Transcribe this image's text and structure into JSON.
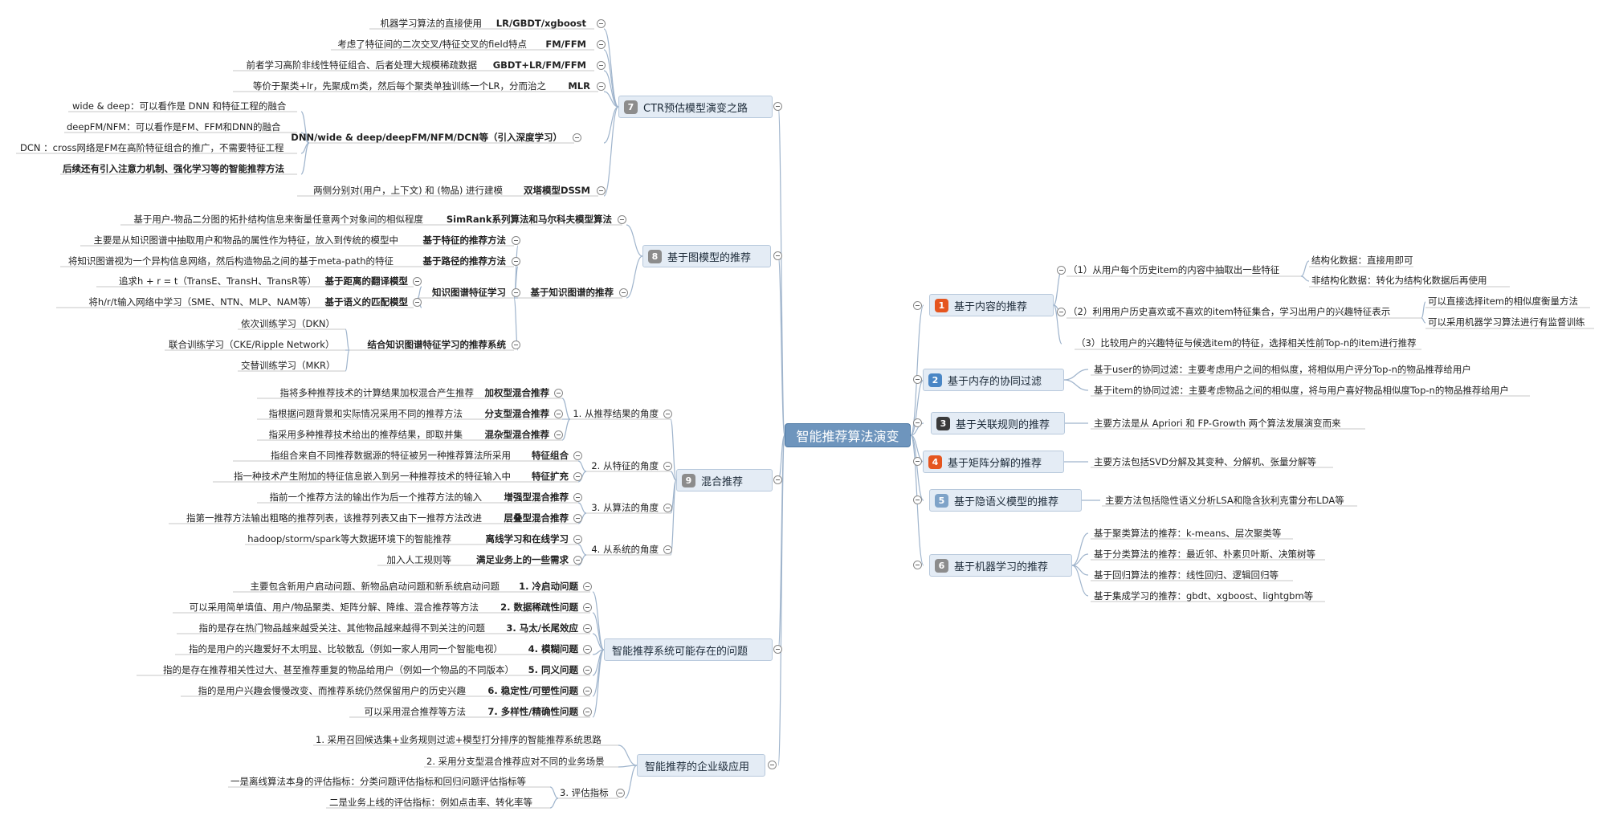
{
  "root": {
    "label": "智能推荐算法演变"
  },
  "right": [
    {
      "num": "1",
      "label": "基于内容的推荐",
      "color": "#e5551f",
      "children": [
        {
          "label": "（1）从用户每个历史item的内容中抽取出一些特征",
          "children": [
            {
              "label": "结构化数据：直接用即可"
            },
            {
              "label": "非结构化数据：转化为结构化数据后再使用"
            }
          ]
        },
        {
          "label": "（2）利用用户历史喜欢或不喜欢的item特征集合，学习出用户的兴趣特征表示",
          "children": [
            {
              "label": "可以直接选择item的相似度衡量方法"
            },
            {
              "label": "可以采用机器学习算法进行有监督训练"
            }
          ]
        },
        {
          "label": "（3）比较用户的兴趣特征与候选item的特征，选择相关性前Top-n的item进行推荐"
        }
      ]
    },
    {
      "num": "2",
      "label": "基于内存的协同过滤",
      "color": "#4a86c5",
      "children": [
        {
          "label": "基于user的协同过滤：主要考虑用户之间的相似度，将相似用户评分Top-n的物品推荐给用户"
        },
        {
          "label": "基于item的协同过滤：主要考虑物品之间的相似度，将与用户喜好物品相似度Top-n的物品推荐给用户"
        }
      ]
    },
    {
      "num": "3",
      "label": "基于关联规则的推荐",
      "color": "#3a3a3a",
      "children": [
        {
          "label": "主要方法是从 Apriori 和 FP-Growth 两个算法发展演变而来"
        }
      ]
    },
    {
      "num": "4",
      "label": "基于矩阵分解的推荐",
      "color": "#e5551f",
      "children": [
        {
          "label": "主要方法包括SVD分解及其变种、分解机、张量分解等"
        }
      ]
    },
    {
      "num": "5",
      "label": "基于隐语义模型的推荐",
      "color": "#7fa3c8",
      "children": [
        {
          "label": "主要方法包括隐性语义分析LSA和隐含狄利克雷分布LDA等"
        }
      ]
    },
    {
      "num": "6",
      "label": "基于机器学习的推荐",
      "color": "#8c8c8c",
      "children": [
        {
          "label": "基于聚类算法的推荐：k-means、层次聚类等"
        },
        {
          "label": "基于分类算法的推荐：最近邻、朴素贝叶斯、决策树等"
        },
        {
          "label": "基于回归算法的推荐：线性回归、逻辑回归等"
        },
        {
          "label": "基于集成学习的推荐：gbdt、xgboost、lightgbm等"
        }
      ]
    }
  ],
  "left": [
    {
      "num": "7",
      "label": "CTR预估模型演变之路",
      "color": "#8c8c8c",
      "children": [
        {
          "label": "LR/GBDT/xgboost",
          "desc": "机器学习算法的直接使用"
        },
        {
          "label": "FM/FFM",
          "desc": "考虑了特征间的二次交叉/特征交叉的field特点"
        },
        {
          "label": "GBDT+LR/FM/FFM",
          "desc": "前者学习高阶非线性特征组合、后者处理大规模稀疏数据"
        },
        {
          "label": "MLR",
          "desc": "等价于聚类+lr，先聚成m类，然后每个聚类单独训练一个LR，分而治之"
        },
        {
          "label": "DNN/wide & deep/deepFM/NFM/DCN等（引入深度学习）",
          "notes": [
            "wide & deep：可以看作是 DNN 和特征工程的融合",
            "deepFM/NFM：可以看作是FM、FFM和DNN的融合",
            "DCN ：cross网络是FM在高阶特征组合的推广，不需要特征工程",
            "后续还有引入注意力机制、强化学习等的智能推荐方法"
          ]
        },
        {
          "label": "双塔模型DSSM",
          "desc": "两侧分别对(用户，上下文) 和 (物品) 进行建模"
        }
      ]
    },
    {
      "num": "8",
      "label": "基于图模型的推荐",
      "color": "#8c8c8c",
      "children": [
        {
          "label": "SimRank系列算法和马尔科夫模型算法",
          "desc": "基于用户-物品二分图的拓扑结构信息来衡量任意两个对象间的相似程度"
        },
        {
          "label": "基于知识图谱的推荐",
          "children": [
            {
              "label": "基于特征的推荐方法",
              "desc": "主要是从知识图谱中抽取用户和物品的属性作为特征，放入到传统的模型中"
            },
            {
              "label": "基于路径的推荐方法",
              "desc": "将知识图谱视为一个异构信息网络，然后构造物品之间的基于meta-path的特征"
            },
            {
              "label": "知识图谱特征学习",
              "children": [
                {
                  "label": "基于距离的翻译模型",
                  "desc": "追求h + r = t（TransE、TransH、TransR等）"
                },
                {
                  "label": "基于语义的匹配模型",
                  "desc": "将h/r/t输入网络中学习（SME、NTN、MLP、NAM等）"
                }
              ]
            },
            {
              "label": "结合知识图谱特征学习的推荐系统",
              "notes": [
                "依次训练学习（DKN）",
                "联合训练学习（CKE/Ripple Network）",
                "交替训练学习（MKR）"
              ]
            }
          ]
        }
      ]
    },
    {
      "num": "9",
      "label": "混合推荐",
      "color": "#8c8c8c",
      "children": [
        {
          "label": "1. 从推荐结果的角度",
          "children": [
            {
              "label": "加权型混合推荐",
              "desc": "指将多种推荐技术的计算结果加权混合产生推荐"
            },
            {
              "label": "分支型混合推荐",
              "desc": "指根据问题背景和实际情况采用不同的推荐方法"
            },
            {
              "label": "混杂型混合推荐",
              "desc": "指采用多种推荐技术给出的推荐结果，即取并集"
            }
          ]
        },
        {
          "label": "2. 从特征的角度",
          "children": [
            {
              "label": "特征组合",
              "desc": "指组合来自不同推荐数据源的特征被另一种推荐算法所采用"
            },
            {
              "label": "特征扩充",
              "desc": "指一种技术产生附加的特征信息嵌入到另一种推荐技术的特征输入中"
            }
          ]
        },
        {
          "label": "3. 从算法的角度",
          "children": [
            {
              "label": "增强型混合推荐",
              "desc": "指前一个推荐方法的输出作为后一个推荐方法的输入"
            },
            {
              "label": "层叠型混合推荐",
              "desc": "指第一推荐方法输出粗略的推荐列表，该推荐列表又由下一推荐方法改进"
            }
          ]
        },
        {
          "label": "4. 从系统的角度",
          "children": [
            {
              "label": "离线学习和在线学习",
              "desc": "hadoop/storm/spark等大数据环境下的智能推荐"
            },
            {
              "label": "满足业务上的一些需求",
              "desc": "加入人工规则等"
            }
          ]
        }
      ]
    },
    {
      "num": "",
      "label": "智能推荐系统可能存在的问题",
      "color": "",
      "children": [
        {
          "label": "1. 冷启动问题",
          "desc": "主要包含新用户启动问题、新物品启动问题和新系统启动问题"
        },
        {
          "label": "2. 数据稀疏性问题",
          "desc": "可以采用简单填值、用户/物品聚类、矩阵分解、降维、混合推荐等方法"
        },
        {
          "label": "3. 马太/长尾效应",
          "desc": "指的是存在热门物品越来越受关注、其他物品越来越得不到关注的问题"
        },
        {
          "label": "4. 模糊问题",
          "desc": "指的是用户的兴趣爱好不太明显、比较散乱（例如一家人用同一个智能电视）"
        },
        {
          "label": "5. 同义问题",
          "desc": "指的是存在推荐相关性过大、甚至推荐重复的物品给用户（例如一个物品的不同版本）"
        },
        {
          "label": "6. 稳定性/可塑性问题",
          "desc": "指的是用户兴趣会慢慢改变、而推荐系统仍然保留用户的历史兴趣"
        },
        {
          "label": "7. 多样性/精确性问题",
          "desc": "可以采用混合推荐等方法"
        }
      ]
    },
    {
      "num": "",
      "label": "智能推荐的企业级应用",
      "color": "",
      "children": [
        {
          "label": "1. 采用召回候选集+业务规则过滤+模型打分排序的智能推荐系统思路"
        },
        {
          "label": "2. 采用分支型混合推荐应对不同的业务场景"
        },
        {
          "label": "3. 评估指标",
          "notes": [
            "一是离线算法本身的评估指标：分类问题评估指标和回归问题评估指标等",
            "二是业务上线的评估指标：例如点击率、转化率等"
          ]
        }
      ]
    }
  ]
}
